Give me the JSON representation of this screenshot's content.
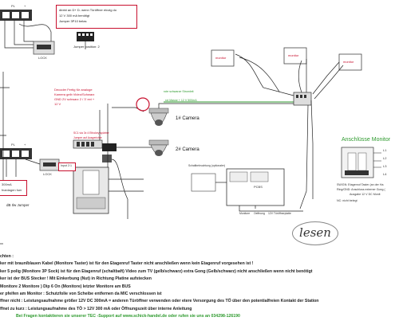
{
  "top_box": {
    "line1": "direkt an D+ D- wenn Türöffner einzig do",
    "line2": "12 V 300 mA benötigt",
    "line3": "Jumper 3P10 belas"
  },
  "jumper_label": "Jumper position: 2",
  "left_labels": {
    "pl_top": "PL",
    "plus_top": "+",
    "label_lock_top": "LOCK",
    "pl_bottom": "PL",
    "plus_bottom": "+",
    "label_lock_bottom": "LOCK",
    "label_300ma": "300mA",
    "label_anlagen": "fnanlagen fuer",
    "jumper_note": "dB Ilw Jumper"
  },
  "decoder_box": {
    "line1": "Decoder Fertig für analoge",
    "line2": "Kamera gelb Video/Schwarz",
    "line3": "GND 2V schwarz 2 / 3' ext +",
    "line4": "12 V"
  },
  "green_note": "rote schwarze Stromleit",
  "power_note": "rot Masse + 12 V 500mA",
  "sc_label": "SC1 via 3x 4 Ethokey spärtne",
  "sc_note": "Jumper auf Ausgerichte",
  "input_label": "Input 2:1",
  "camera1": "1# Camera",
  "camera2": "2# Camera",
  "schaltbild": "Schaltbeleuchtung (optionaler)",
  "pcb_label": "PCBS",
  "bus_labels": {
    "monitor": "Monitore",
    "offnung": "Oeffnung",
    "bus": "12V Türöffnerplatte"
  },
  "monitors_top": {
    "m1": "monitor",
    "m2": "monitor",
    "m3": "monitor"
  },
  "monitor_panel": {
    "title": "Anschlüsse Monitor",
    "rows": [
      "SW/GN: Etagenruf Taster (an der Ha",
      "Ring/GND: Anschluss externer Gong (",
      "Ausgabe 12 V DC Monit",
      "NC: nicht belegt"
    ],
    "pins": [
      "L1",
      "L2",
      "L3",
      "L4"
    ]
  },
  "lesen": "lesen",
  "notes": {
    "heading": "chten :",
    "lines": [
      "ker mit braun/blauen Kabel (Monitore Taster) ist für den Etagenruf Taster nicht anschließen wenn kein Etagenruf vorgesehen ist !",
      "ker 5 polig (Monitore 3P Sock) ist für den Etagenruf (schaltbaft) Video zum TV (gelb/schwarz) extra Gong (Gelb/schwarz) nicht anschließen wenn nicht benötigt",
      "ker ist der BUS Stecker ! Mit Einkerbung (Nut) in Richtung Platine aufstecken",
      "Monitore 2 Monitore ) Dip 6 On (Monitore) letzter Monitore am BUS",
      "er pfeifen am Monitor : Schutzfolie von Scheibe entfernen da MIC verschlossen ist",
      "ffner nicht : Leistungsaufnahme größer 12V DC 300mA = anderen Türöffner verwenden oder etere Versorgung des TÖ über den potentialfreien Kontakt der  Station",
      "ffnet zu kurz : Leistungsaufnahme des TÖ > 12V 300 mA oder Öffnungszeit über interne Anleitung"
    ],
    "support": "Bei Fragen kontaktieren sie unserer TEC -Support auf www.schick-handel.de oder rufen sie uns an 034298-126190"
  }
}
